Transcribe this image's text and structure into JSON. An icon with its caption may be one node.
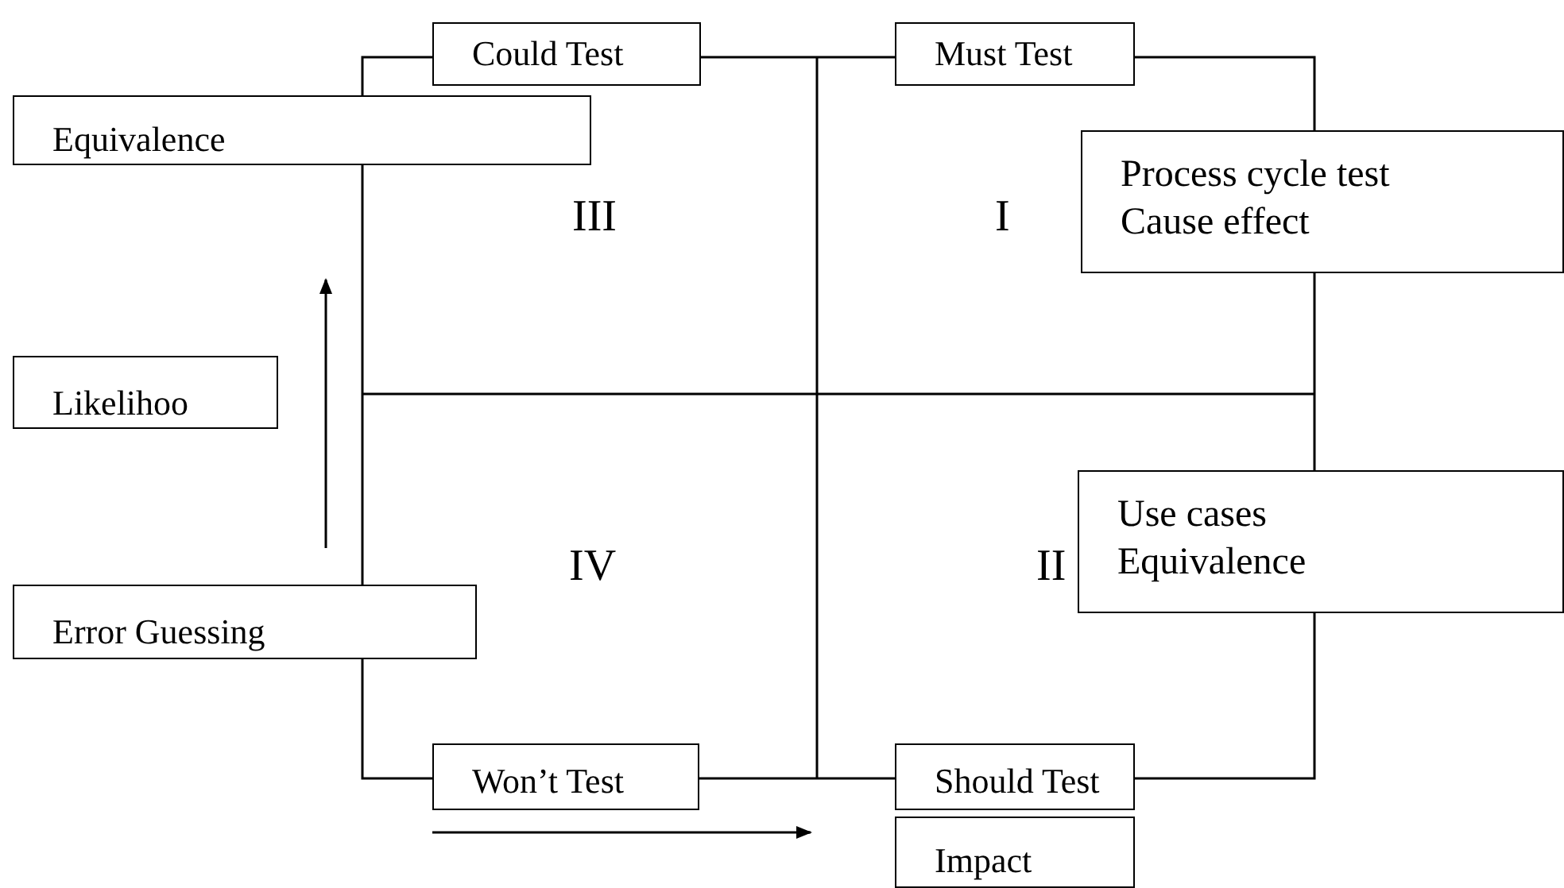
{
  "diagram": {
    "nodes": [
      {
        "text": [
          "Could Test"
        ]
      },
      {
        "text": [
          "Must Test"
        ]
      },
      {
        "text": [
          "Equivalence"
        ]
      },
      {
        "text": [
          "Process cycle test",
          "Cause effect"
        ]
      },
      {
        "text": [
          "Likelihoo"
        ]
      },
      {
        "text": [
          "Use cases",
          "Equivalence"
        ]
      },
      {
        "text": [
          "Error Guessing"
        ]
      },
      {
        "text": [
          "Won’t Test"
        ]
      },
      {
        "text": [
          "Should Test"
        ]
      },
      {
        "text": [
          "Impact"
        ]
      }
    ],
    "labels": [
      "III",
      "I",
      "IV",
      "II"
    ]
  }
}
